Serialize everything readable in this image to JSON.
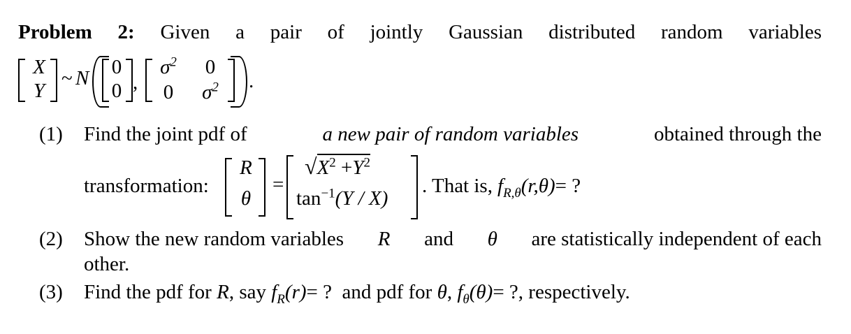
{
  "problem": {
    "title_bold": [
      "Problem",
      "2:"
    ],
    "intro_words": [
      "Given",
      "a",
      "pair",
      "of",
      "jointly",
      "Gaussian",
      "distributed",
      "random",
      "variables"
    ],
    "distribution": {
      "vector": [
        "X",
        "Y"
      ],
      "tilde": "~",
      "dist_name": "N",
      "mean": [
        "0",
        "0"
      ],
      "cov": [
        [
          "σ",
          "0"
        ],
        [
          "0",
          "σ"
        ]
      ],
      "cov_exp": "2",
      "comma": ",",
      "period": "."
    },
    "part1": {
      "label": "(1)",
      "text_before": "Find the joint pdf of",
      "text_italic": "a new pair of random variables",
      "text_after": "obtained through the",
      "transformation_label": "transformation:",
      "lhs": [
        "R",
        "θ"
      ],
      "equals": "=",
      "rhs_top": "√X² + Y²",
      "rhs_top_var1": "X",
      "rhs_top_var2": "Y",
      "rhs_exp": "2",
      "plus": "+",
      "rhs_bottom_fn": "tan",
      "rhs_bottom_exp": "−1",
      "rhs_bottom_arg": "(Y / X)",
      "that_is": ". That is,",
      "pdf_f": "f",
      "pdf_sub": "R,θ",
      "pdf_args": "(r,θ)",
      "pdf_eq": "= ?"
    },
    "part2": {
      "label": "(2)",
      "line1_a": "Show the new random variables",
      "var_R": "R",
      "and": "and",
      "var_theta": "θ",
      "line1_b": "are statistically independent of each",
      "line2": "other."
    },
    "part3": {
      "label": "(3)",
      "text_a": "Find the pdf for",
      "var_R": "R",
      "text_b": ", say",
      "fR": "f",
      "fR_sub": "R",
      "fR_args": "(r)",
      "fR_eq": "= ?",
      "text_c": "and pdf for",
      "var_theta": "θ",
      "comma": ",",
      "ft": "f",
      "ft_sub": "θ",
      "ft_args": "(θ)",
      "ft_eq": "= ?",
      "text_d": ", respectively."
    }
  }
}
